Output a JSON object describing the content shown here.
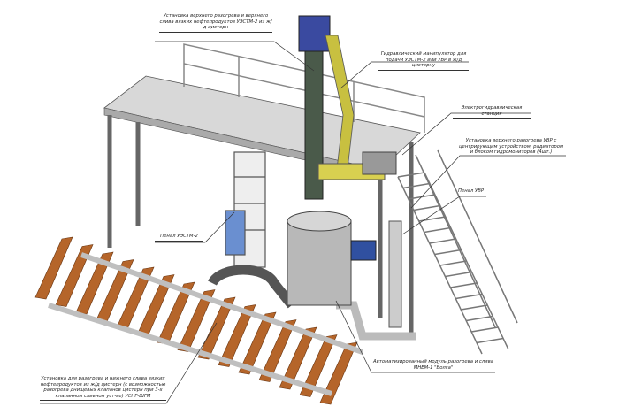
{
  "labels": {
    "uestm_top": "Установка верхнего разогрева и верхнего слива вязких нефтепродуктов УЭСТМ-2 из ж/д цистерн",
    "manipulator": "Гидравлический манипулятор для подачи УЭСТМ-2 или УВР в ж/д цистерну",
    "station": "Электрогидравлическая станция",
    "uvr": "Установка верхнего разогрева УВР с центрирующим устройством, радиатором и блоком гидромониторов (4шт.)",
    "penal_uvr": "Пенал УВР",
    "penal_uestm": "Пенал УЭСТМ-2",
    "usng": "Установка для разогрева и нижнего слива вязких нефтепродуктов из ж/д цистерн (с возможностью разогрева днищевых клапанов цистерн при 3-х клапанном сливном уст-ве) УСНГ-ШГМ",
    "module": "Автоматизированный модуль разогрева и слива МНЕМ-1 \"Волга\""
  },
  "colors": {
    "sleeper": "#b5652a",
    "rail": "#bfbfbf",
    "arm": "#c8c040",
    "tank": "#b8b8b8",
    "motor": "#3050a0"
  }
}
